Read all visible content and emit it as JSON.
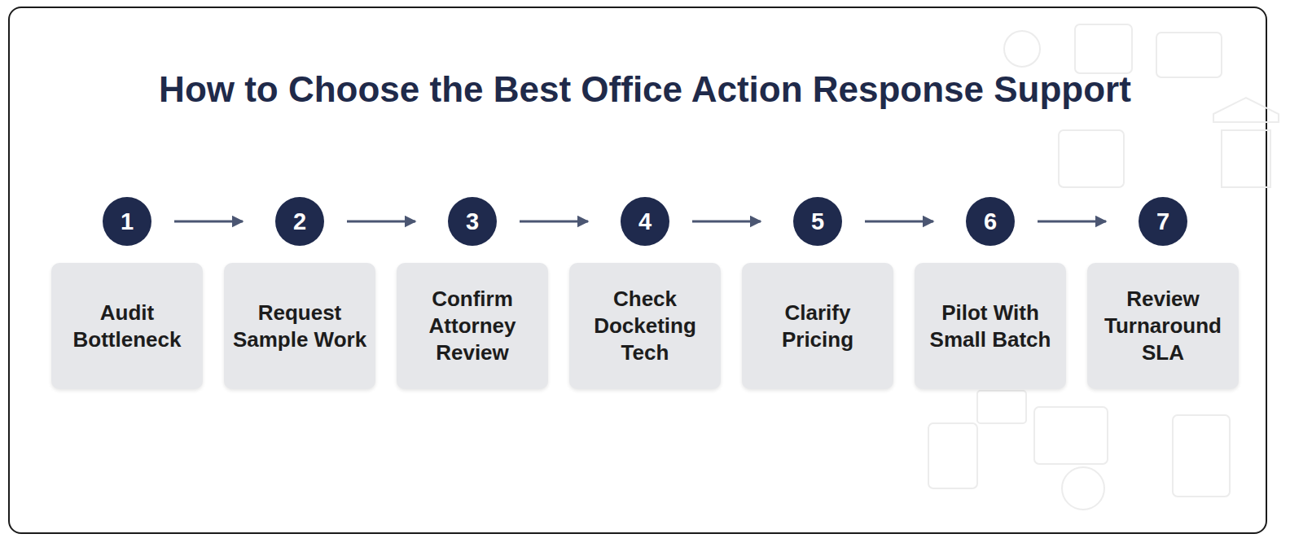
{
  "diagram": {
    "title": "How to Choose the Best Office Action Response Support",
    "nodes": [
      {
        "text": [
          "1"
        ]
      },
      {
        "text": [
          "Audit Bottleneck"
        ]
      },
      {
        "text": [
          "2"
        ]
      },
      {
        "text": [
          "Request Sample Work"
        ]
      },
      {
        "text": [
          "3"
        ]
      },
      {
        "text": [
          "Confirm Attorney Review"
        ]
      },
      {
        "text": [
          "4"
        ]
      },
      {
        "text": [
          "Check Docketing Tech"
        ]
      },
      {
        "text": [
          "5"
        ]
      },
      {
        "text": [
          "Clarify Pricing"
        ]
      },
      {
        "text": [
          "6"
        ]
      },
      {
        "text": [
          "Pilot With Small Batch"
        ]
      },
      {
        "text": [
          "7"
        ]
      },
      {
        "text": [
          "Review Turnaround SLA"
        ]
      }
    ],
    "edges": [
      {
        "from": 0,
        "to": 2,
        "arrow": "to"
      },
      {
        "from": 2,
        "to": 4,
        "arrow": "to"
      },
      {
        "from": 4,
        "to": 6,
        "arrow": "to"
      },
      {
        "from": 6,
        "to": 8,
        "arrow": "to"
      },
      {
        "from": 8,
        "to": 10,
        "arrow": "to"
      },
      {
        "from": 10,
        "to": 12,
        "arrow": "to"
      }
    ]
  }
}
